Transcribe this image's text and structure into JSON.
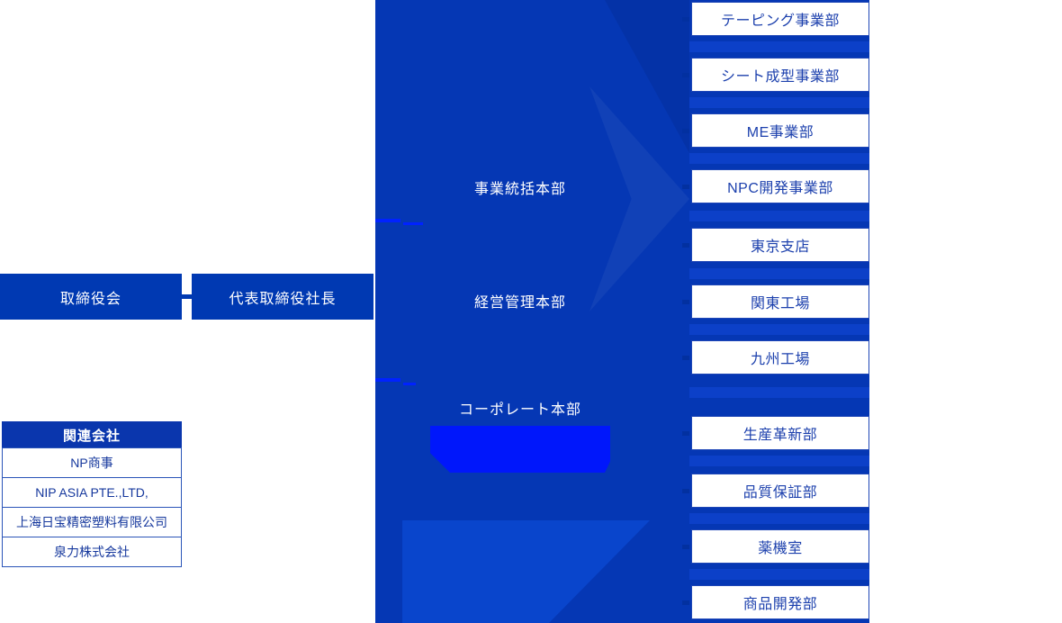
{
  "colors": {
    "panel_blue": "#0537b4",
    "panel_light_blue": "#0945cc",
    "solid_box_blue": "#0039b2",
    "bright_box_blue": "#0017fb",
    "connector_dash_blue": "#0022ff",
    "dept_border_blue": "#1e46b6",
    "dept_text_blue": "#1c40ad",
    "affiliate_header_bg": "#0a36ad",
    "affiliate_border_blue": "#2b55b8",
    "affiliate_text_blue": "#16389d"
  },
  "org_chart": {
    "board": {
      "label": "取締役会"
    },
    "president": {
      "label": "代表取締役社長"
    },
    "headquarters": [
      "事業統括本部",
      "経営管理本部",
      "コーポレート本部"
    ],
    "departments": [
      "テーピング事業部",
      "シート成型事業部",
      "ME事業部",
      "NPC開発事業部",
      "東京支店",
      "関東工場",
      "九州工場",
      "生産革新部",
      "品質保証部",
      "薬機室",
      "商品開発部"
    ],
    "affiliates": {
      "header": "関連会社",
      "companies": [
        "NP商事",
        "NIP ASIA PTE.,LTD,",
        "上海日宝精密塑料有限公司",
        "泉力株式会社"
      ]
    }
  }
}
